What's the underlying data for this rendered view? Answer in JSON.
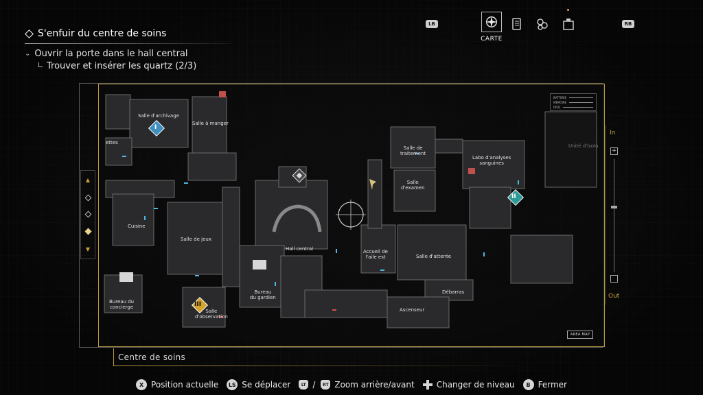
{
  "objectives": {
    "main": "S'enfuir du centre de soins",
    "sub": "Ouvrir la porte dans le hall central",
    "task": "Trouver et insérer les quartz (2/3)"
  },
  "top_menu": {
    "left_bumper": "LB",
    "right_bumper": "RB",
    "active_tab_label": "CARTE",
    "tabs": [
      "map-compass-icon",
      "files-icon",
      "inventory-icon",
      "safe-icon"
    ]
  },
  "map": {
    "zone_name": "Centre de soins",
    "area_map_button": "AREA MAP",
    "zoom_in_label": "In",
    "zoom_out_label": "Out",
    "zoom_plus": "+",
    "rooms": {
      "archive": "Salle d'archivage",
      "dining": "Salle à manger",
      "toilets_partial": "ettes",
      "kitchen": "Cuisine",
      "games": "Salle de jeux",
      "concierge": "Bureau du\nconcierge",
      "observation": "Salle\nd'observation",
      "guard": "Bureau\ndu gardien",
      "central_hall": "Hall central",
      "east_wing": "Accueil de\nl'aile est",
      "treatment": "Salle de\ntraitement",
      "exam": "Salle\nd'examen",
      "blood_lab": "Labo d'analyses\nsanguines",
      "isolation_partial": "Unité d'isola",
      "waiting": "Salle d'attente",
      "storage": "Débarras",
      "elevator": "Ascenseur"
    },
    "legend": [
      "BATTERIE",
      "MÉMOIRE",
      "DISQ"
    ],
    "marker_numerals": {
      "blue": "I",
      "teal": "II",
      "yellow": "III"
    },
    "colors": {
      "frame": "#b79a3e",
      "blue_marker": "#3f8fc0",
      "teal_marker": "#2d9a97",
      "yellow_marker": "#d4a32c",
      "player": "#d8c27c"
    }
  },
  "controls": {
    "position": {
      "button": "X",
      "label": "Position actuelle"
    },
    "move": {
      "button": "LS",
      "label": "Se déplacer"
    },
    "zoom": {
      "button_a": "LT",
      "sep": "/",
      "button_b": "RT",
      "label": "Zoom arrière/avant"
    },
    "level": {
      "label": "Changer de niveau"
    },
    "close": {
      "button": "B",
      "label": "Fermer"
    }
  }
}
